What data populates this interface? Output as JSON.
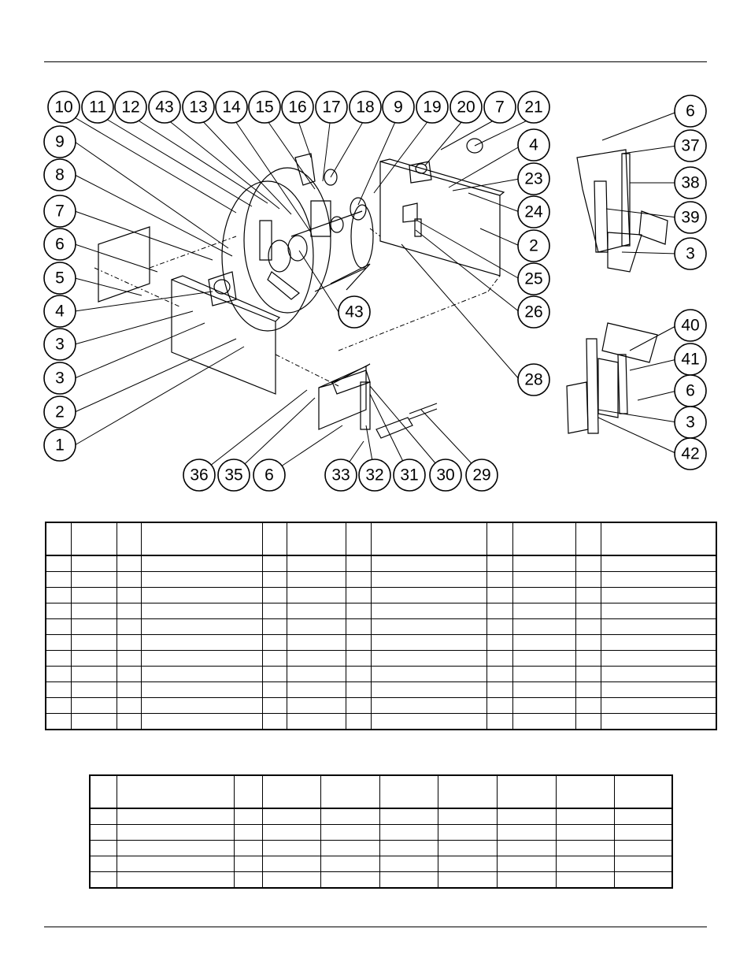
{
  "callouts": {
    "top_row": [
      "10",
      "11",
      "12",
      "43",
      "13",
      "14",
      "15",
      "16",
      "17",
      "18",
      "9",
      "19",
      "20",
      "7",
      "21"
    ],
    "left_column": [
      "9",
      "8",
      "7",
      "6",
      "5",
      "4",
      "3",
      "3",
      "2",
      "1"
    ],
    "right_of_main": [
      "4",
      "23",
      "24",
      "2",
      "25",
      "26",
      "28"
    ],
    "inner": [
      "43"
    ],
    "bottom_row": [
      "36",
      "35",
      "6",
      "33",
      "32",
      "31",
      "30",
      "29"
    ],
    "side_top": [
      "6",
      "37",
      "38",
      "39",
      "3"
    ],
    "side_bottom": [
      "40",
      "41",
      "6",
      "3",
      "42"
    ]
  },
  "parts_table": {
    "rows": 12,
    "columns": 12
  },
  "pricing_table": {
    "rows": 6,
    "columns": 10
  }
}
